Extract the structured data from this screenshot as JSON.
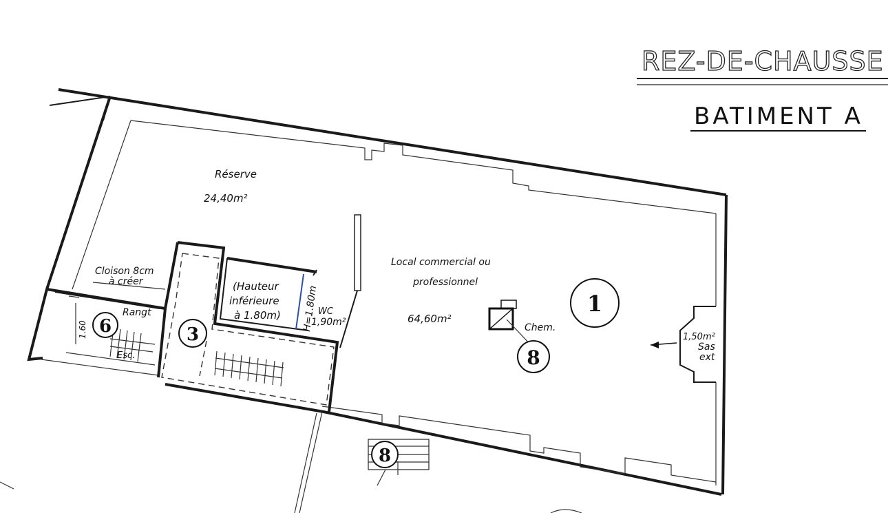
{
  "header": {
    "level_title": "REZ-DE-CHAUSSE",
    "building_title": "BATIMENT A"
  },
  "rooms": {
    "reserve": {
      "name": "Réserve",
      "area": "24,40m²"
    },
    "local": {
      "name_line1": "Local commercial ou",
      "name_line2": "professionnel",
      "area": "64,60m²"
    },
    "wc": {
      "name": "WC",
      "area": "1,90m²",
      "height_note": "H=1.80m"
    },
    "low_ceiling": {
      "line1": "(Hauteur",
      "line2": "inférieure",
      "line3": "à 1.80m)"
    },
    "storage": {
      "name": "Rangt",
      "dimension": "1.60"
    },
    "stairs": {
      "name": "Esc."
    },
    "airlock": {
      "area": "1,50m²",
      "line1": "Sas",
      "line2": "ext"
    }
  },
  "notes": {
    "partition_line1": "Cloison 8cm",
    "partition_line2": "à créer",
    "chimney": "Chem."
  },
  "markers": {
    "m1": "1",
    "m3": "3",
    "m6": "6",
    "m8_chimney": "8",
    "m8_bottom": "8"
  }
}
